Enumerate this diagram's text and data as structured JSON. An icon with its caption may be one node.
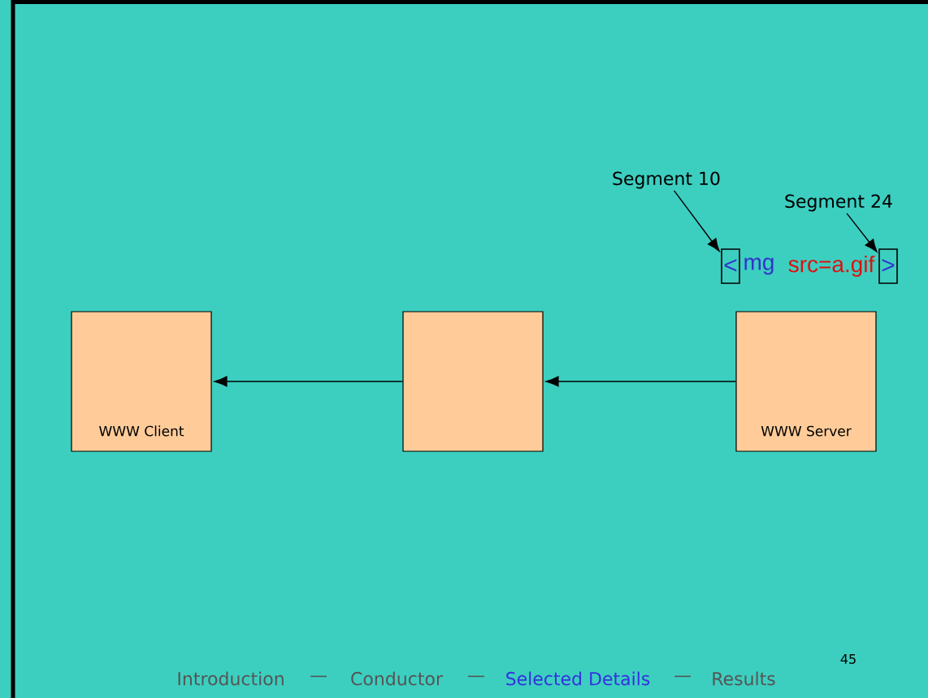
{
  "diagram": {
    "nodes": [
      {
        "text": [
          "WWW Client"
        ]
      },
      {
        "text": [],
        "shape": "box"
      },
      {
        "text": [
          "WWW Server"
        ]
      },
      {
        "text": [
          "Segment 10"
        ]
      },
      {
        "text": [
          "<"
        ]
      },
      {
        "text": [
          "Segment 24"
        ]
      },
      {
        "text": [
          ">"
        ]
      }
    ],
    "edges": [
      {
        "from": 1,
        "to": 0,
        "arrow": "to"
      },
      {
        "from": 2,
        "to": 1,
        "arrow": "to"
      },
      {
        "from": 3,
        "to": 4,
        "arrow": "to"
      },
      {
        "from": 5,
        "to": 6,
        "arrow": "to"
      }
    ],
    "labels": [
      "mg",
      "src=a.gif",
      "45",
      "Introduction",
      "—",
      "Conductor",
      "—",
      "Selected Details",
      "—",
      "Results"
    ]
  }
}
